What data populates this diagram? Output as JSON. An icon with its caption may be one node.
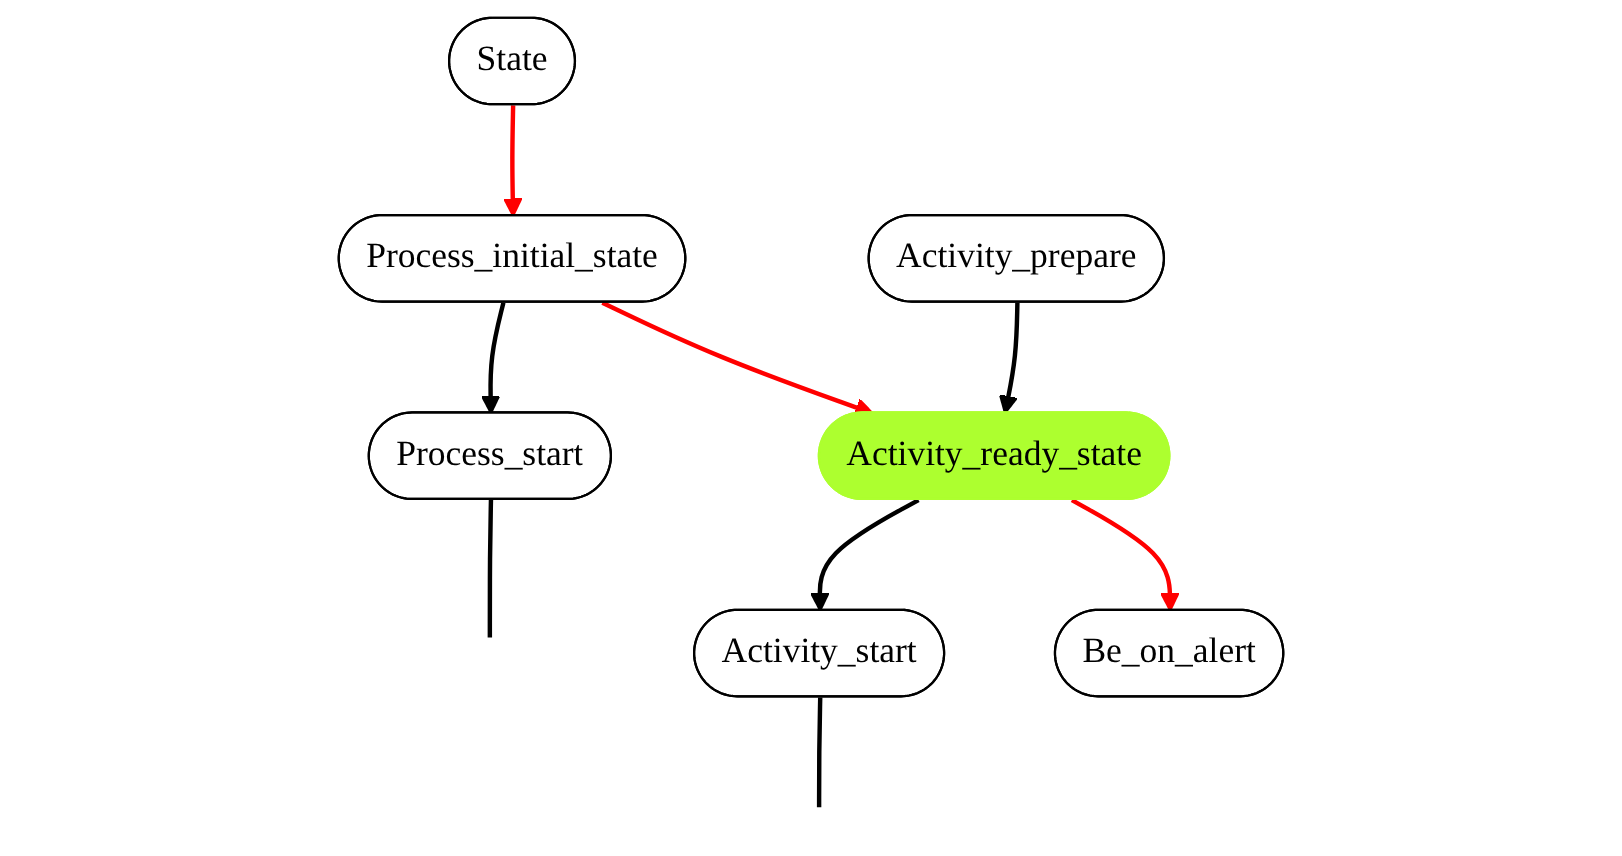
{
  "diagram": {
    "nodes": [
      {
        "text": [
          "State"
        ]
      },
      {
        "text": [
          "Process_initial_state"
        ]
      },
      {
        "text": [
          "Process_start"
        ]
      },
      {
        "text": [
          "Activity_prepare"
        ]
      },
      {
        "text": [
          "Activity_ready_state"
        ]
      },
      {
        "text": [
          "Activity_start"
        ]
      },
      {
        "text": [
          "Be_on_alert"
        ]
      }
    ],
    "edges": [
      {
        "from": 0,
        "to": 1,
        "arrow": "to",
        "color": "#ff0000"
      },
      {
        "from": 1,
        "to": 2,
        "arrow": "to"
      },
      {
        "from": 1,
        "to": 4,
        "arrow": "to",
        "color": "#ff0000"
      },
      {
        "from": 3,
        "to": 4,
        "arrow": "to"
      },
      {
        "from": 4,
        "to": 5,
        "arrow": "to"
      },
      {
        "from": 4,
        "to": 6,
        "arrow": "to",
        "color": "#ff0000"
      },
      {
        "from": 2,
        "to": null,
        "arrow": "none"
      },
      {
        "from": 5,
        "to": null,
        "arrow": "none"
      }
    ]
  }
}
